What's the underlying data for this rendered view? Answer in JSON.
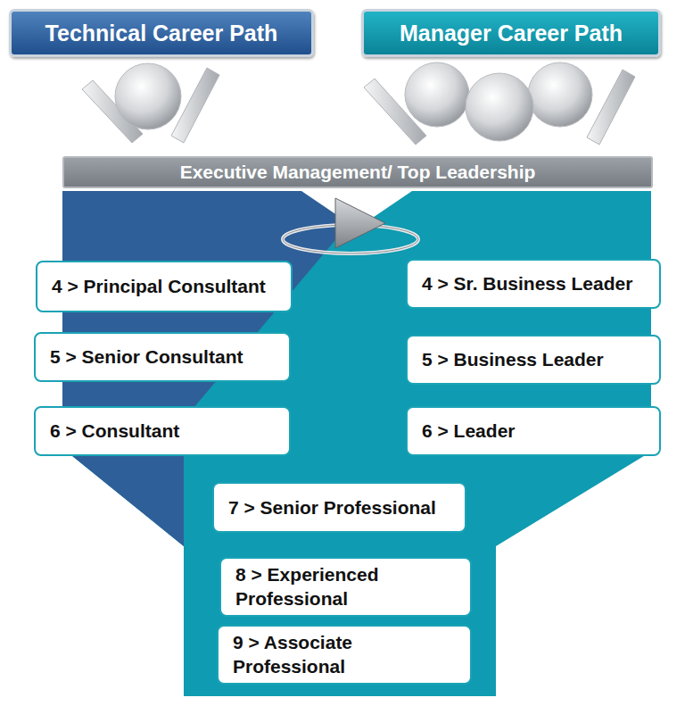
{
  "diagram": {
    "nodes": [
      {
        "text": [
          "Technical Career Path"
        ]
      },
      {
        "text": [
          "Manager Career Path"
        ]
      },
      {
        "text": [
          "Executive Management/ Top Leadership"
        ]
      },
      {
        "text": [
          "4 > Principal Consultant"
        ]
      },
      {
        "text": [
          "4 > Sr. Business Leader"
        ]
      },
      {
        "text": [
          "5 > Senior Consultant"
        ]
      },
      {
        "text": [
          "5 > Business Leader"
        ]
      },
      {
        "text": [
          "6 > Consultant"
        ]
      },
      {
        "text": [
          "6 > Leader"
        ]
      },
      {
        "text": [
          "7 > Senior Professional"
        ]
      },
      {
        "text": [
          "8 > Experienced Professional"
        ]
      },
      {
        "text": [
          "9 > Associate Professional"
        ]
      }
    ]
  }
}
